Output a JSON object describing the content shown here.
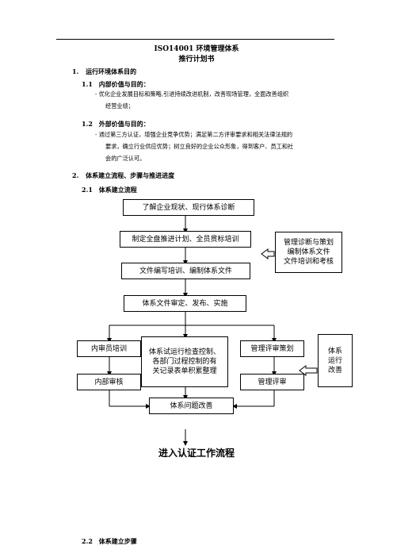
{
  "doc": {
    "title": "ISO14001 环境管理体系",
    "subtitle": "推行计划书",
    "section1": {
      "num": "1.",
      "title": "运行环境体系目的"
    },
    "s11": {
      "num": "1.1",
      "title": "内部价值与目的："
    },
    "s11_line1": "- 优化企业发展目标和策略,引进持续改进机制，改善现场管理，全面改善组织",
    "s11_line2": "经营业绩；",
    "s12": {
      "num": "1.2",
      "title": "外部价值与目的："
    },
    "s12_line1": "- 通过第三方认证，增强企业竞争优势；满足第二方评审要求和相关法律法规的",
    "s12_line2": "要求，确立行业供应优势；树立良好的企业公众形象，得到客户、员工和社",
    "s12_line3": "会的广泛认可。",
    "section2": {
      "num": "2.",
      "title": "体系建立流程、步骤与推进进度"
    },
    "s21": {
      "num": "2.1",
      "title": "体系建立流程"
    },
    "s22": {
      "num": "2.2",
      "title": "体系建立步骤"
    }
  },
  "flow": {
    "b1": "了解企业现状、现行体系诊断",
    "b2": "制定全盘推进计划、全员贯标培训",
    "b3": "文件编写培训、编制体系文件",
    "b4": "体系文件审定、发布、实施",
    "side1": "管理诊断与策划\n编制体系文件\n文件培训和考核",
    "b5a": "内审员培训",
    "b5b": "体系试运行检查控制、\n各部门过程控制的有\n关记录表单积累整理",
    "b5c": "管理评审策划",
    "side2": "体系\n运行\n改善",
    "b6a": "内部审核",
    "b6c": "管理评审",
    "b7": "体系问题改善",
    "final": "进入认证工作流程"
  }
}
